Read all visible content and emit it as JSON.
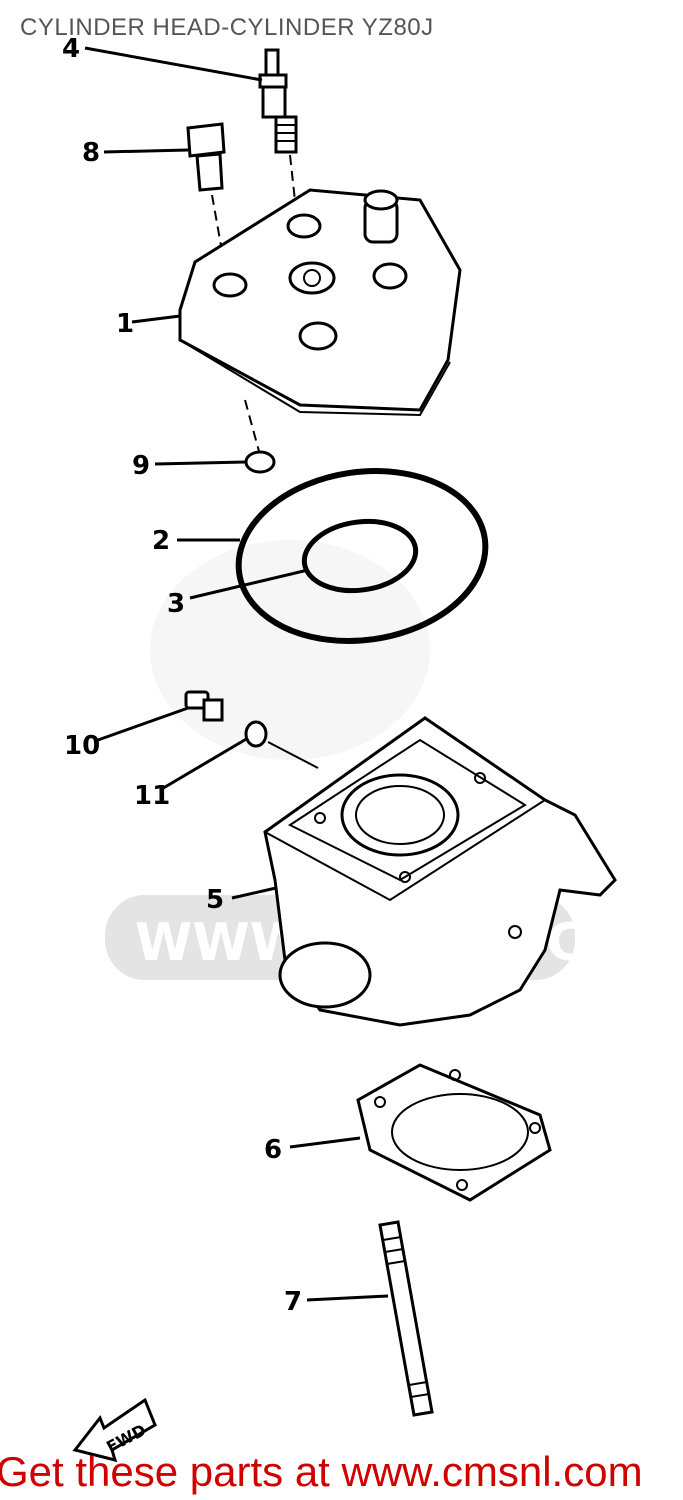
{
  "title": "CYLINDER HEAD-CYLINDER YZ80J",
  "footer": "Get these parts at www.cmsnl.com",
  "watermark": "WWW.CMSNL.COM",
  "fwd_arrow": "FWD",
  "callouts": [
    {
      "id": "callout-1",
      "label": "1"
    },
    {
      "id": "callout-2",
      "label": "2"
    },
    {
      "id": "callout-3",
      "label": "3"
    },
    {
      "id": "callout-4",
      "label": "4"
    },
    {
      "id": "callout-5",
      "label": "5"
    },
    {
      "id": "callout-6",
      "label": "6"
    },
    {
      "id": "callout-7",
      "label": "7"
    },
    {
      "id": "callout-8",
      "label": "8"
    },
    {
      "id": "callout-9",
      "label": "9"
    },
    {
      "id": "callout-10",
      "label": "10"
    },
    {
      "id": "callout-11",
      "label": "11"
    }
  ],
  "colors": {
    "footer": "#d00000",
    "title": "#555555",
    "lines": "#000000",
    "watermark": "#e4e4e4"
  }
}
